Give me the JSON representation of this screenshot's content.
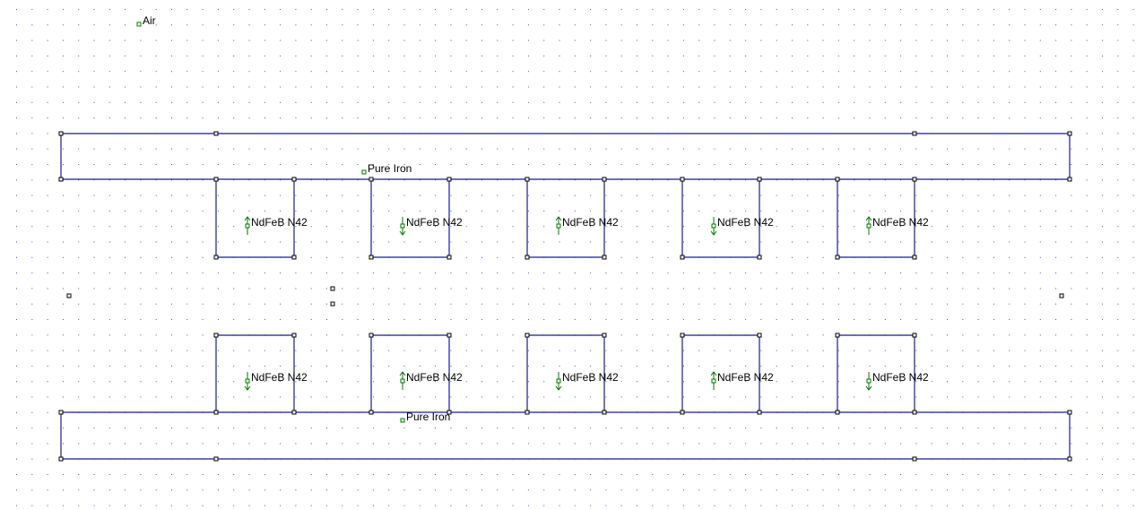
{
  "colors": {
    "background": "#ffffff",
    "grid_dot": "#2a5fb0",
    "boundary": "#1a1a8c",
    "node": "#000000",
    "block_marker": "#007700"
  },
  "materials": {
    "air": "Air",
    "iron": "Pure Iron",
    "magnet": "NdFeB N42"
  },
  "blocks": [
    {
      "id": "air",
      "label": "Air"
    },
    {
      "id": "iron-top",
      "label": "Pure Iron"
    },
    {
      "id": "iron-bottom",
      "label": "Pure Iron"
    },
    {
      "id": "magnet-top-1",
      "label": "NdFeB N42",
      "magnetization": "up"
    },
    {
      "id": "magnet-top-2",
      "label": "NdFeB N42",
      "magnetization": "down"
    },
    {
      "id": "magnet-top-3",
      "label": "NdFeB N42",
      "magnetization": "up"
    },
    {
      "id": "magnet-top-4",
      "label": "NdFeB N42",
      "magnetization": "down"
    },
    {
      "id": "magnet-top-5",
      "label": "NdFeB N42",
      "magnetization": "up"
    },
    {
      "id": "magnet-bottom-1",
      "label": "NdFeB N42",
      "magnetization": "down"
    },
    {
      "id": "magnet-bottom-2",
      "label": "NdFeB N42",
      "magnetization": "up"
    },
    {
      "id": "magnet-bottom-3",
      "label": "NdFeB N42",
      "magnetization": "down"
    },
    {
      "id": "magnet-bottom-4",
      "label": "NdFeB N42",
      "magnetization": "up"
    },
    {
      "id": "magnet-bottom-5",
      "label": "NdFeB N42",
      "magnetization": "down"
    }
  ]
}
